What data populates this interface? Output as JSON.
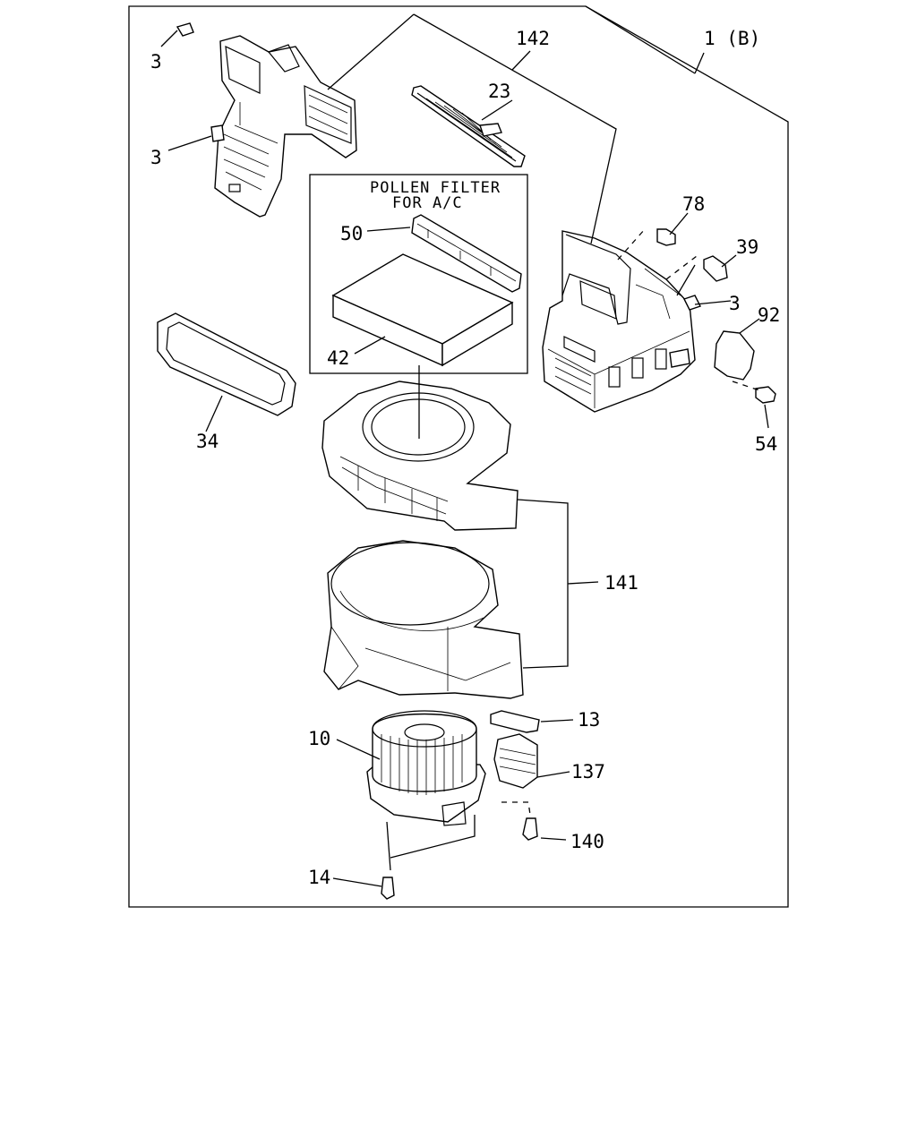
{
  "diagram": {
    "callouts": {
      "c_1b": "1 (B)",
      "c_142": "142",
      "c_23": "23",
      "c_3_top": "3",
      "c_3_mid": "3",
      "c_3_right": "3",
      "c_78": "78",
      "c_39": "39",
      "c_92": "92",
      "c_54": "54",
      "c_50": "50",
      "c_42": "42",
      "c_34": "34",
      "c_141": "141",
      "c_10": "10",
      "c_13": "13",
      "c_137": "137",
      "c_140": "140",
      "c_14": "14"
    },
    "pollen_box": {
      "line1": "POLLEN FILTER",
      "line2": "FOR A/C"
    }
  }
}
